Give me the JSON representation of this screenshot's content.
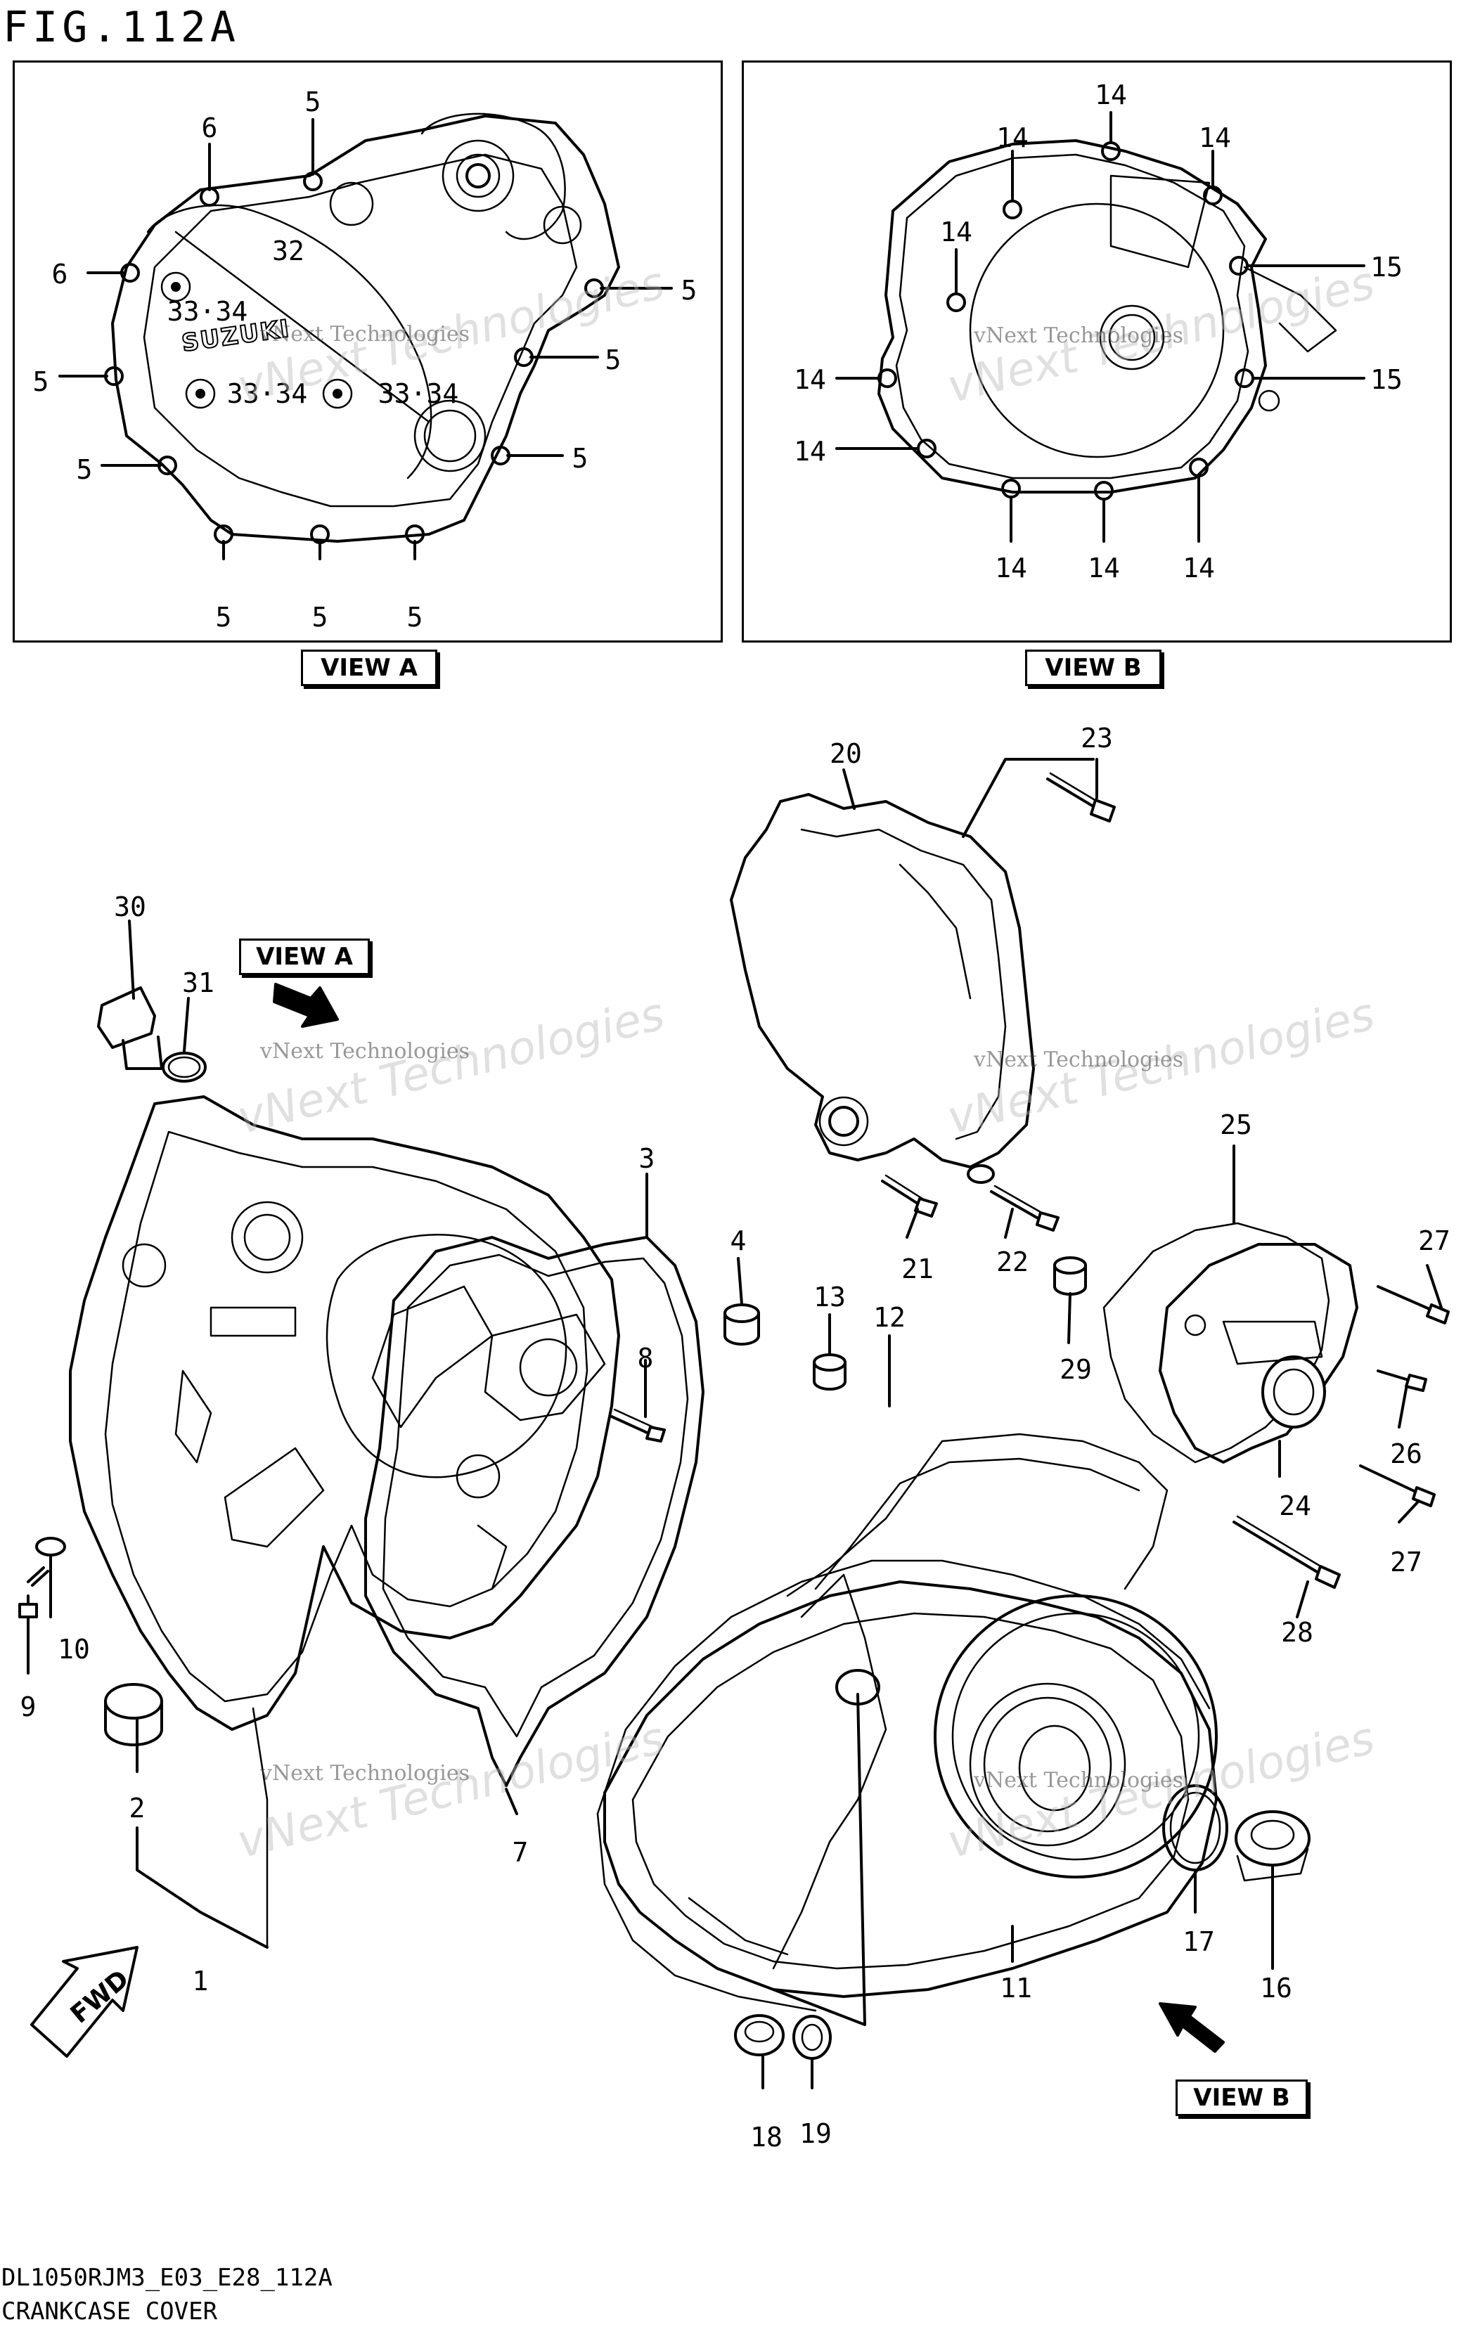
{
  "figure": {
    "title": "FIG.112A",
    "code": "DL1050RJM3_E03_E28_112A",
    "name": "CRANKCASE COVER"
  },
  "views": {
    "view_a_label": "VIEW A",
    "view_b_label": "VIEW B",
    "view_a_pointer": "VIEW A",
    "view_b_pointer": "VIEW B",
    "fwd": "FWD"
  },
  "panel_a": {
    "brand": "SUZUKI",
    "callouts": [
      "6",
      "5",
      "32",
      "6",
      "33·34",
      "5",
      "5",
      "5",
      "5",
      "33·34",
      "33·34",
      "5",
      "5",
      "5",
      "5",
      "5"
    ]
  },
  "panel_b": {
    "callouts": [
      "14",
      "14",
      "14",
      "14",
      "15",
      "14",
      "15",
      "14",
      "14",
      "14",
      "14"
    ]
  },
  "main_callouts": [
    "1",
    "2",
    "3",
    "4",
    "7",
    "8",
    "9",
    "10",
    "11",
    "12",
    "13",
    "16",
    "17",
    "18",
    "19",
    "20",
    "21",
    "22",
    "23",
    "24",
    "25",
    "26",
    "27",
    "27",
    "28",
    "29",
    "30",
    "31"
  ],
  "watermark": {
    "small": "vNext Technologies",
    "big": "vNext Technologies"
  }
}
